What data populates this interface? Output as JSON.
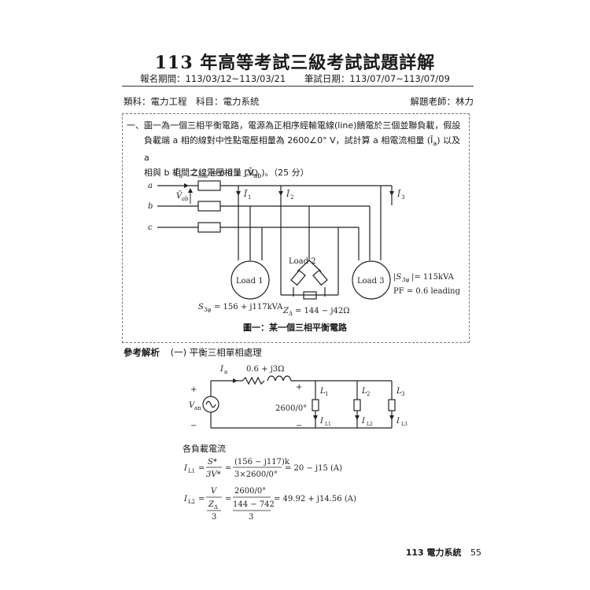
{
  "header": {
    "title": "113 年高等考試三級考試試題詳解",
    "signup_period": "報名期間：113/03/12~113/03/21",
    "exam_date": "筆試日期：113/07/07~113/07/09"
  },
  "meta": {
    "category": "類科：電力工程　科目：電力系統",
    "teacher": "解題老師：林力"
  },
  "question": {
    "line1": "一、圖一為一個三相平衡電路，電源為正相序經輸電線(line)饋電於三個並聯負載，假設",
    "line2": "負載端 a 相的線對中性點電壓相量為 2600∠0° V，試計算 a 相電流相量 (Ī",
    "line2_sub": "a",
    "line2_end": ") 以及 a",
    "line3": "相與 b 相間之線電壓相量 (V̄",
    "line3_sub": "ab",
    "line3_end": ")。（25 分）"
  },
  "figure1": {
    "phase_a": "a",
    "phase_b": "b",
    "phase_c": "c",
    "Ia": "Ī",
    "Ia_sub": "a",
    "Zline": "Z",
    "Zline_sub": "line",
    "Zline_val": "= 0.6 + j3Ω",
    "Vab": "V̄",
    "Vab_sub": "ab",
    "I1": "Ī",
    "I1_sub": "1",
    "I2": "Ī",
    "I2_sub": "2",
    "I3": "Ī",
    "I3_sub": "3",
    "load1": "Load 1",
    "load2": "Load 2",
    "load3": "Load 3",
    "S3phi_1": "S",
    "S3phi_1_sub": "3φ",
    "S3phi_1_val": "= 156 + j117kVA",
    "Zdelta": "Z",
    "Zdelta_sub": "Δ",
    "Zdelta_val": "= 144 − j42Ω",
    "S3phi_3": "|S",
    "S3phi_3_sub": "3φ",
    "S3phi_3_val": "|= 115kVA",
    "pf": "PF = 0.6 leading",
    "caption": "圖一：某一個三相平衡電路"
  },
  "solution": {
    "label": "參考解析",
    "step": "(一) 平衡三相單相處理"
  },
  "figure2": {
    "Ia": "I",
    "Ia_sub": "a",
    "Zline": "0.6 + j3Ω",
    "plus_left": "+",
    "minus_left": "−",
    "Van": "V",
    "Van_sub": "an",
    "plus_mid": "+",
    "minus_mid": "−",
    "voltage": "2600/0°",
    "L1": "L",
    "L1_sub": "1",
    "L2": "L",
    "L2_sub": "2",
    "L3": "L",
    "L3_sub": "3",
    "IL1": "I",
    "IL1_sub": "L1",
    "IL2": "I",
    "IL2_sub": "L2",
    "IL3": "I",
    "IL3_sub": "L3"
  },
  "load_current": {
    "label": "各負載電流",
    "eq1": {
      "lhs": "I",
      "lhs_sub": "L1",
      "f1_num": "S*",
      "f1_den": "3V*",
      "f2_num": "(156 − j117)k",
      "f2_den": "3×2600/0°",
      "result": "= 20 − j15 (A)"
    },
    "eq2": {
      "lhs": "I",
      "lhs_sub": "L2",
      "f1_num": "V",
      "f1_den_num": "Z",
      "f1_den_sub": "Δ",
      "f1_den_den": "3",
      "f2_num": "2600/0°",
      "f2_den_num": "144 − 742",
      "f2_den_den": "3",
      "result": "= 49.92 + j14.56 (A)"
    }
  },
  "footer": {
    "book": "113 電力系統",
    "page": "55"
  }
}
